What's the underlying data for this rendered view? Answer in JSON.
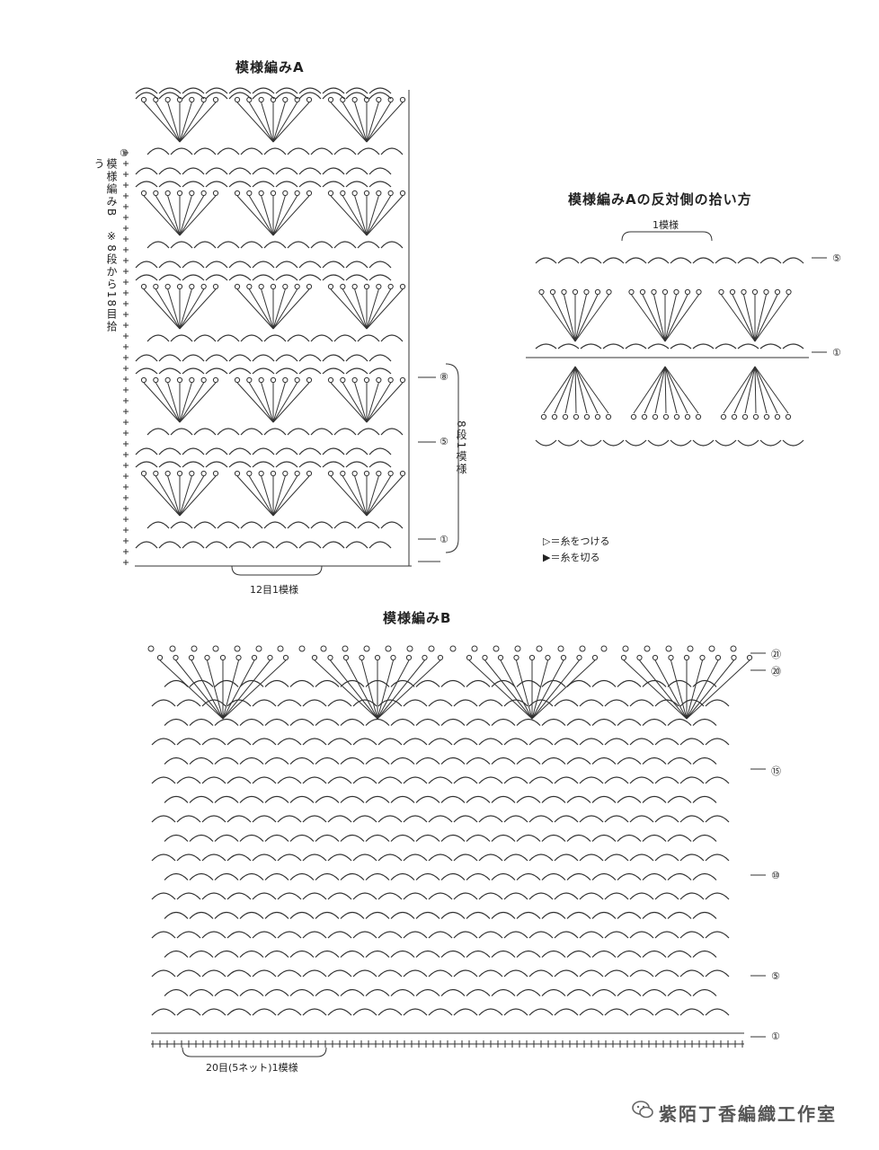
{
  "chartA": {
    "title": "模様編みA",
    "side_note": "模様編みB　※8段から18目拾う",
    "repeat_rows": "8段1模様",
    "width_note": "12目1模様",
    "row_markers": [
      "⑧",
      "⑤",
      "①"
    ],
    "row_mark_1": "①"
  },
  "chartA2": {
    "title": "模様編みAの反対側の拾い方",
    "width_note": "1模様",
    "row_markers": [
      "⑤",
      "①"
    ]
  },
  "legend": {
    "attach": "▷＝糸をつける",
    "cut": "▶＝糸を切る"
  },
  "chartB": {
    "title": "模様編みB",
    "width_note": "20目(5ネット)1模様",
    "row_markers": [
      "㉑",
      "⑳",
      "⑮",
      "⑩",
      "⑤",
      "①"
    ]
  },
  "watermark": {
    "text": "紫陌丁香編織工作室",
    "icon": "wechat-icon"
  }
}
